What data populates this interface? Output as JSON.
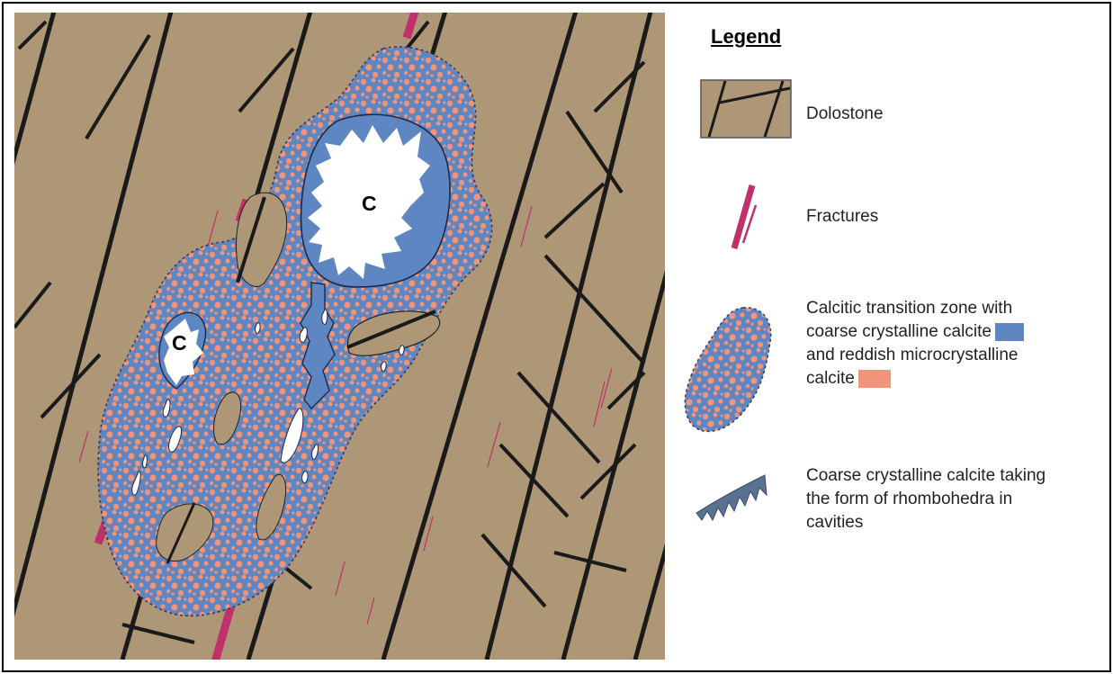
{
  "map": {
    "cavity_label_large": "C",
    "cavity_label_small": "C"
  },
  "legend": {
    "title": "Legend",
    "items": [
      {
        "icon": "dolostone-swatch-icon",
        "label": "Dolostone"
      },
      {
        "icon": "fractures-icon",
        "label": "Fractures"
      },
      {
        "icon": "transition-zone-icon",
        "line1": "Calcitic transition zone with",
        "line2": "coarse crystalline calcite",
        "line3": "and reddish microcrystalline",
        "line4": "calcite"
      },
      {
        "icon": "rhombohedra-icon",
        "line1": "Coarse crystalline calcite taking",
        "line2": "the form of rhombohedra in",
        "line3": "cavities"
      }
    ]
  },
  "colors": {
    "dolostone": "#ae9777",
    "fracture": "#c0306a",
    "coarse_calcite": "#5d86c2",
    "micro_calcite": "#f0957a",
    "rhombohedra": "#5a7291",
    "bedding": "#1a1a1a"
  }
}
